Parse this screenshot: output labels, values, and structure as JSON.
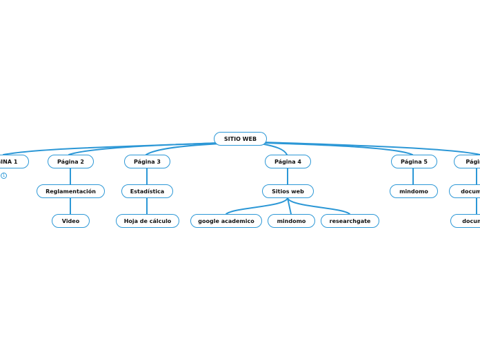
{
  "colors": {
    "line": "#2b97d6",
    "node_border": "#2b97d6",
    "text": "#111111"
  },
  "root": {
    "label": "SITIO WEB"
  },
  "pages": [
    {
      "label": "GINA 1"
    },
    {
      "label": "Página 2"
    },
    {
      "label": "Página 3"
    },
    {
      "label": "Página 4"
    },
    {
      "label": "Página 5"
    },
    {
      "label": "Págin"
    }
  ],
  "level2": [
    {
      "label": "Reglamentación"
    },
    {
      "label": "Estadística"
    },
    {
      "label": "Sitios web"
    },
    {
      "label": "mindomo"
    },
    {
      "label": "docume"
    }
  ],
  "level3": [
    {
      "label": "Video"
    },
    {
      "label": "Hoja de cálculo"
    },
    {
      "label": "google academico"
    },
    {
      "label": "mindomo"
    },
    {
      "label": "researchgate"
    },
    {
      "label": "docume"
    }
  ],
  "badge": {
    "label": "1",
    "icon": "info-circle-icon"
  }
}
